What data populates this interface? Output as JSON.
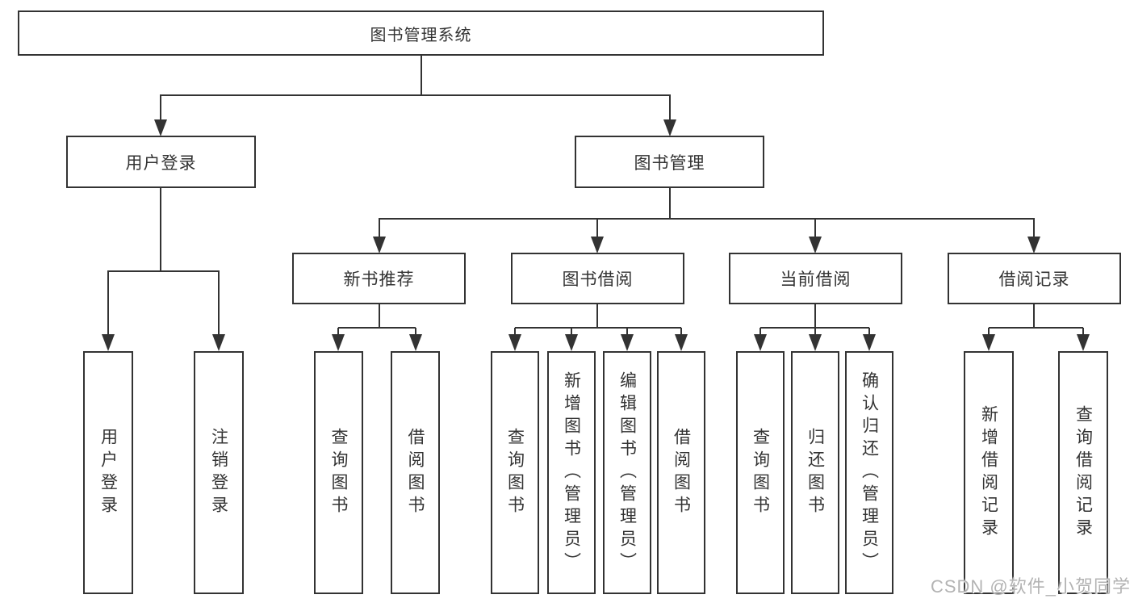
{
  "tree": {
    "root": {
      "label": "图书管理系统"
    },
    "children": [
      {
        "label": "用户登录",
        "children": [
          {
            "label": "用户登录"
          },
          {
            "label": "注销登录"
          }
        ]
      },
      {
        "label": "图书管理",
        "children": [
          {
            "label": "新书推荐",
            "children": [
              {
                "label": "查询图书"
              },
              {
                "label": "借阅图书"
              }
            ]
          },
          {
            "label": "图书借阅",
            "children": [
              {
                "label": "查询图书"
              },
              {
                "label": "新增图书（管理员）"
              },
              {
                "label": "编辑图书（管理员）"
              },
              {
                "label": "借阅图书"
              }
            ]
          },
          {
            "label": "当前借阅",
            "children": [
              {
                "label": "查询图书"
              },
              {
                "label": "归还图书"
              },
              {
                "label": "确认归还（管理员）"
              }
            ]
          },
          {
            "label": "借阅记录",
            "children": [
              {
                "label": "新增借阅记录"
              },
              {
                "label": "查询借阅记录"
              }
            ]
          }
        ]
      }
    ]
  },
  "watermark": "CSDN @软件_小贺同学",
  "colors": {
    "line": "#333333",
    "text": "#333333",
    "box_background": "#ffffff",
    "page_background": "#ffffff",
    "watermark": "#b3b3b3"
  }
}
